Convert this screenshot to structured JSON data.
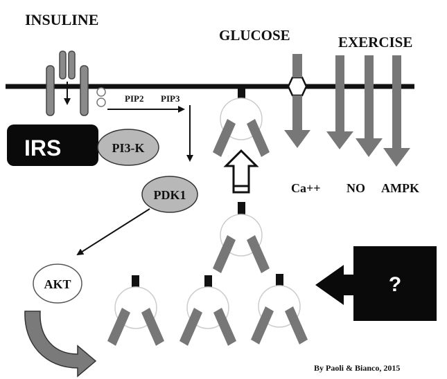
{
  "labels": {
    "insuline": "INSULINE",
    "glucose": "GLUCOSE",
    "exercise": "EXERCISE",
    "irs": "IRS",
    "pip2": "PIP2",
    "pip3": "PIP3",
    "pi3k": "PI3-K",
    "pdk1": "PDK1",
    "akt": "AKT",
    "question": "?",
    "exercise_outputs": [
      "Ca++",
      "NO",
      "AMPK"
    ],
    "credit": "By Paoli & Bianco, 2015"
  },
  "colors": {
    "membrane": "#111111",
    "transporter_gray": "#777777",
    "node_gray": "#b8b8b8",
    "irs_black": "#0a0a0a",
    "background": "#ffffff"
  }
}
